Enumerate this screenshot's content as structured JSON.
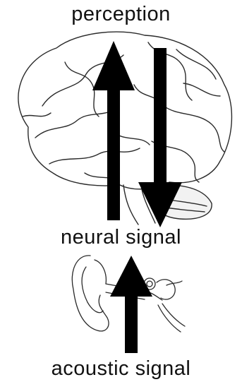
{
  "labels": {
    "perception": "perception",
    "neural_signal": "neural signal",
    "acoustic_signal": "acoustic signal"
  },
  "colors": {
    "arrow": "#000000",
    "line": "#2a2a2a",
    "text": "#111111",
    "background": "#ffffff"
  },
  "icons": {
    "brain": "brain-illustration",
    "ear": "ear-anatomy-illustration"
  }
}
